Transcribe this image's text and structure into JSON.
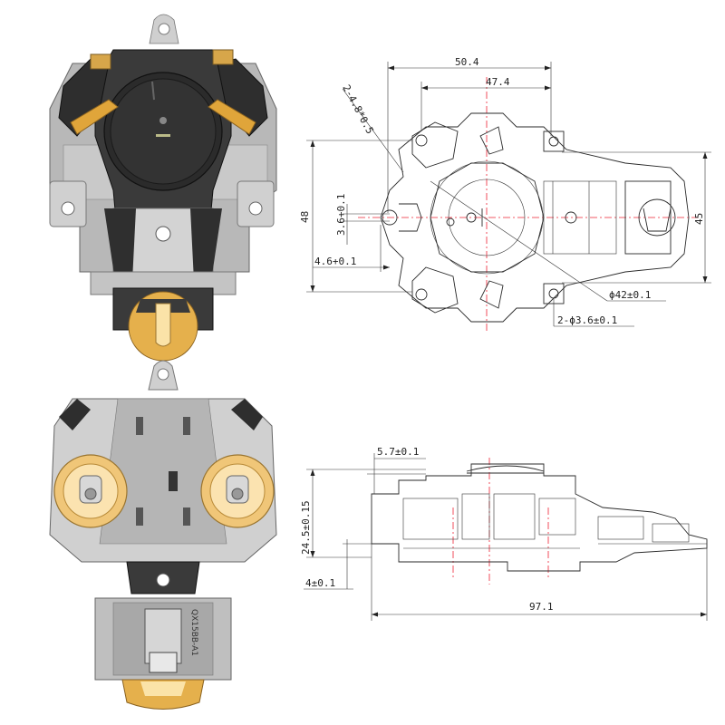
{
  "colors": {
    "plastic_dark": "#2c2c2c",
    "plastic_grey": "#9c9c9c",
    "metal_light": "#d9d9d9",
    "brass": "#e0a53a",
    "brass_light": "#f3cd7a",
    "centerline": "#e23030",
    "dimension": "#222222"
  },
  "photos": {
    "top_view": {},
    "bottom_view": {
      "part_marking": "QX15BB-A1"
    }
  },
  "top_drawing": {
    "dims": {
      "width_outer": "50.4",
      "width_inner": "47.4",
      "slot": "2-4.8*0.5",
      "height_left": "48",
      "height_right": "45",
      "pin_height": "3.6+0.1",
      "offset": "4.6+0.1",
      "disc_dia": "ϕ42±0.1",
      "holes": "2-ϕ3.6±0.1"
    }
  },
  "side_drawing": {
    "dims": {
      "top_step": "5.7±0.1",
      "height": "24.5±0.15",
      "base": "4±0.1",
      "length": "97.1"
    }
  }
}
